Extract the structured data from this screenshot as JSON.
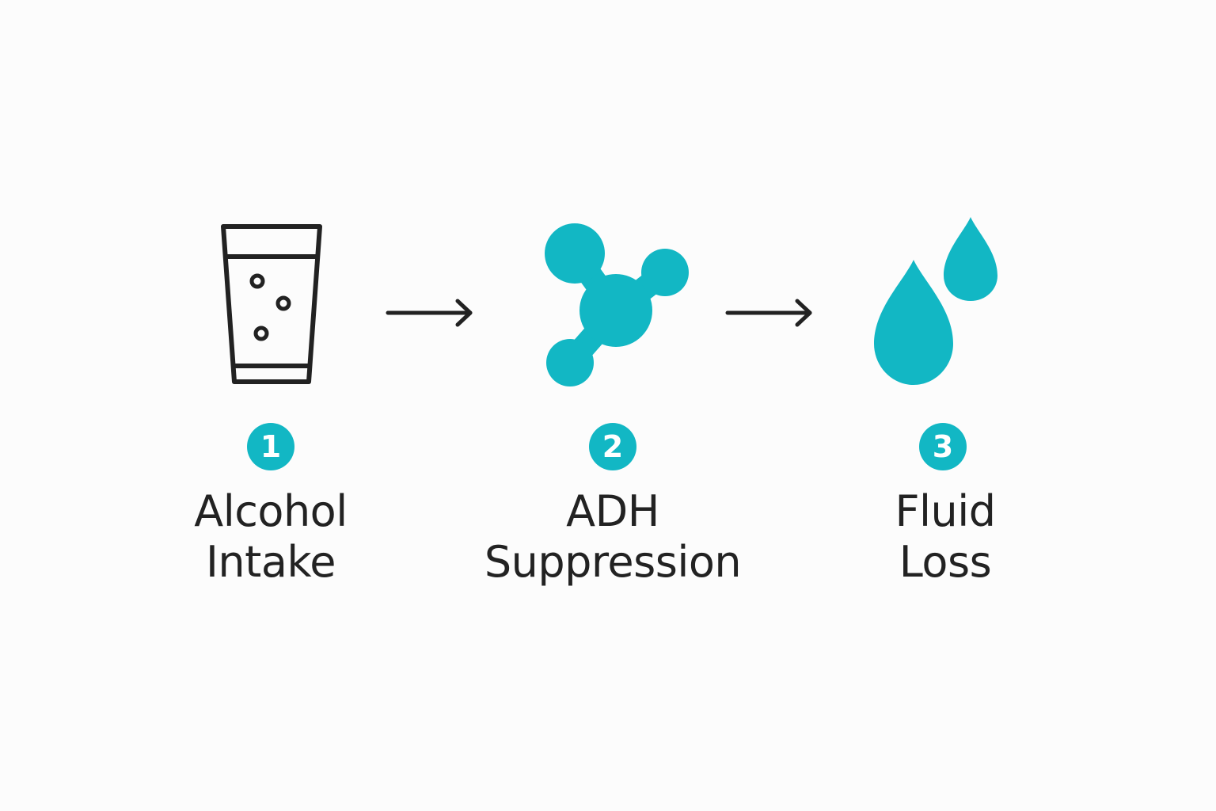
{
  "colors": {
    "accent": "#12b7c4",
    "ink": "#222222",
    "background": "#fcfcfc"
  },
  "steps": [
    {
      "number": "1",
      "label_line1": "Alcohol",
      "label_line2": "Intake",
      "icon": "glass-icon"
    },
    {
      "number": "2",
      "label_line1": "ADH",
      "label_line2": "Suppression",
      "icon": "molecule-icon"
    },
    {
      "number": "3",
      "label_line1": "Fluid",
      "label_line2": "Loss",
      "icon": "water-drops-icon"
    }
  ],
  "connectors": [
    {
      "from": "1",
      "to": "2",
      "icon": "arrow-right-icon"
    },
    {
      "from": "2",
      "to": "3",
      "icon": "arrow-right-icon"
    }
  ]
}
